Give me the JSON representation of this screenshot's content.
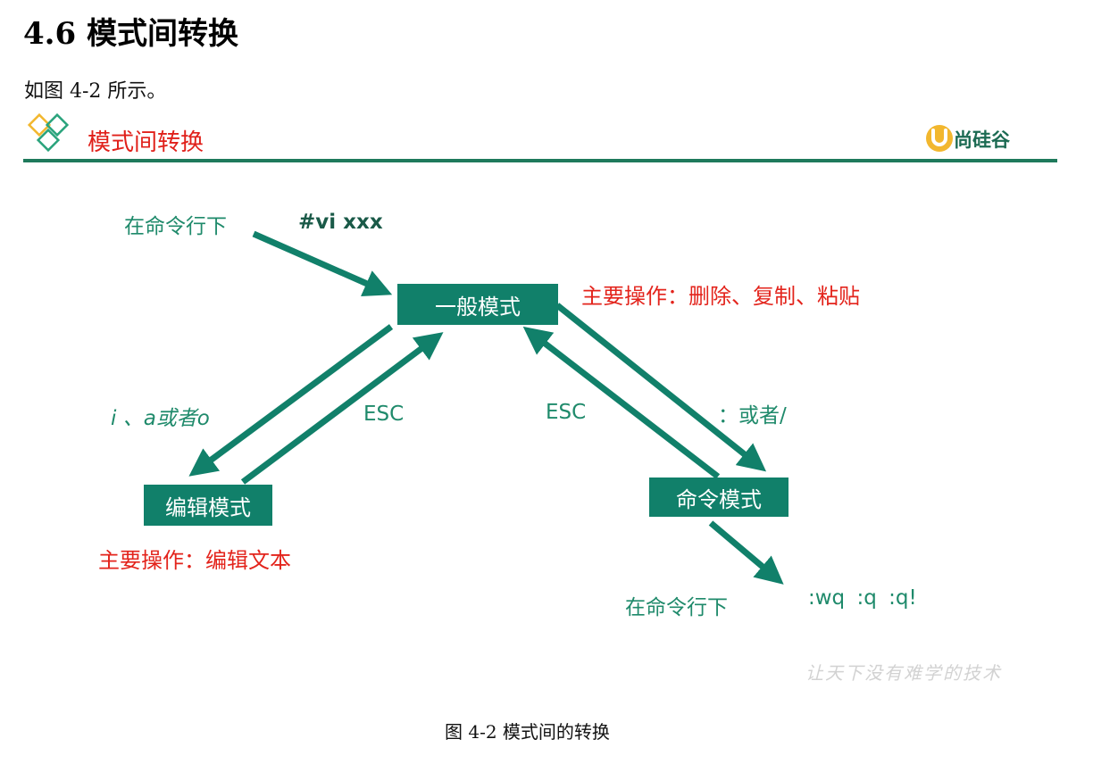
{
  "heading": "4.6 模式间转换",
  "intro": "如图 4-2 所示。",
  "slide": {
    "title": "模式间转换",
    "brand": "尚硅谷",
    "accent_color": "#1f7a5c",
    "title_color": "#e0201a"
  },
  "diagram": {
    "normal_mode": "一般模式",
    "edit_mode": "编辑模式",
    "command_mode": "命令模式",
    "start_prompt": "在命令行下",
    "start_command": "#vi xxx",
    "normal_ops": "主要操作：删除、复制、粘贴",
    "edit_ops": "主要操作：编辑文本",
    "to_edit_keys": "i 、a或者o",
    "esc_left": "ESC",
    "esc_right": "ESC",
    "to_command_keys": "：或者/",
    "exit_prompt": "在命令行下",
    "exit_commands": ":wq  :q  :q!"
  },
  "watermark": "让天下没有难学的技术",
  "caption": "图 4-2  模式间的转换"
}
